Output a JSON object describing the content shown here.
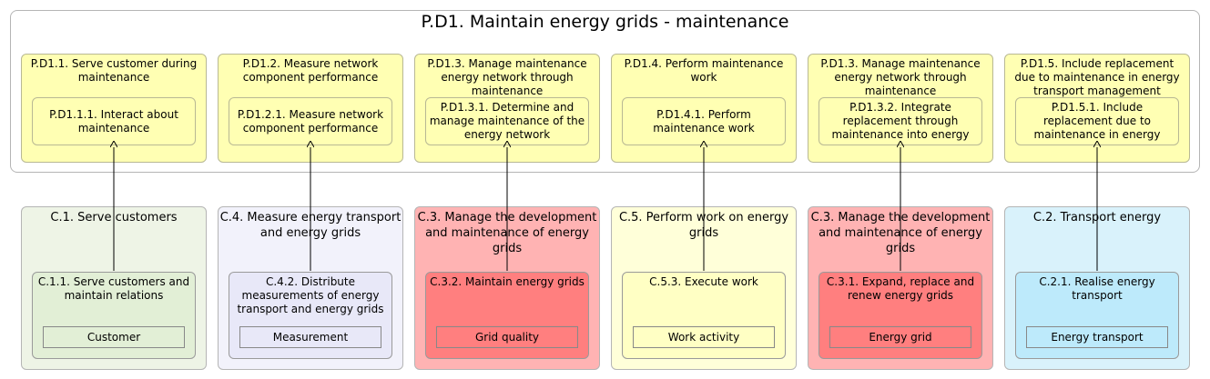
{
  "title": "P.D1. Maintain energy grids - maintenance",
  "processes": [
    {
      "title": "P.D1.1. Serve customer during maintenance",
      "inner": "P.D1.1.1. Interact about maintenance"
    },
    {
      "title": "P.D1.2. Measure network component performance",
      "inner": "P.D1.2.1. Measure network component performance"
    },
    {
      "title": "P.D1.3. Manage maintenance energy network through maintenance",
      "inner": "P.D1.3.1. Determine and manage maintenance of the energy network"
    },
    {
      "title": "P.D1.4. Perform maintenance work",
      "inner": "P.D1.4.1. Perform maintenance work"
    },
    {
      "title": "P.D1.3. Manage maintenance energy network through maintenance",
      "inner": "P.D1.3.2. Integrate replacement through maintenance into energy"
    },
    {
      "title": "P.D1.5. Include replacement due to maintenance in energy transport management",
      "inner": "P.D1.5.1. Include replacement due to maintenance in energy"
    }
  ],
  "capabilities": [
    {
      "title": "C.1. Serve customers",
      "inner": "C.1.1. Serve customers and maintain relations",
      "object": "Customer",
      "outer_color": "#eef4e6",
      "inner_color": "#e2efd6"
    },
    {
      "title": "C.4. Measure energy transport and energy grids",
      "inner": "C.4.2. Distribute measurements of energy transport and energy grids",
      "object": "Measurement",
      "outer_color": "#f2f2fb",
      "inner_color": "#e8e8f8"
    },
    {
      "title": "C.3. Manage the development and maintenance of energy grids",
      "inner": "C.3.2. Maintain energy grids",
      "object": "Grid quality",
      "outer_color": "#ffb3b3",
      "inner_color": "#ff7f7f"
    },
    {
      "title": "C.5. Perform work on energy grids",
      "inner": "C.5.3. Execute work",
      "object": "Work activity",
      "outer_color": "#ffffd9",
      "inner_color": "#ffffc4"
    },
    {
      "title": "C.3. Manage the development and maintenance of energy grids",
      "inner": "C.3.1. Expand, replace and renew energy grids",
      "object": "Energy grid",
      "outer_color": "#ffb3b3",
      "inner_color": "#ff7f7f"
    },
    {
      "title": "C.2. Transport energy",
      "inner": "C.2.1. Realise energy transport",
      "object": "Energy transport",
      "outer_color": "#d9f2fb",
      "inner_color": "#bdeafb"
    }
  ]
}
